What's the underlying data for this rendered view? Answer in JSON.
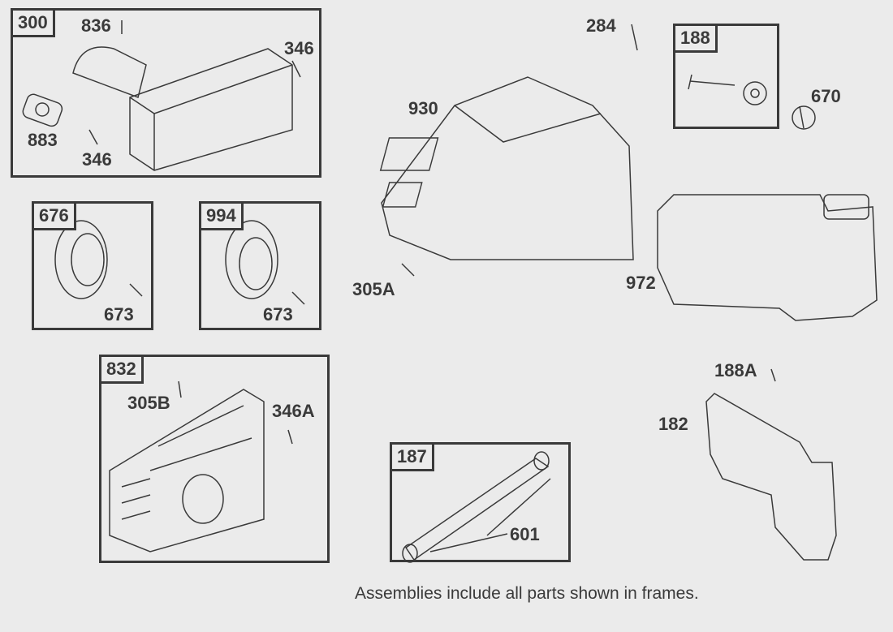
{
  "frames": [
    {
      "id": "300"
    },
    {
      "id": "676"
    },
    {
      "id": "994"
    },
    {
      "id": "832"
    },
    {
      "id": "187"
    },
    {
      "id": "188"
    }
  ],
  "parts": {
    "p836": "836",
    "p346a": "346",
    "p883": "883",
    "p346b": "346",
    "p284": "284",
    "p670": "670",
    "p930": "930",
    "p972": "972",
    "p305A": "305A",
    "p673a": "673",
    "p673b": "673",
    "p305B": "305B",
    "p346A": "346A",
    "p188A": "188A",
    "p182": "182",
    "p601": "601"
  },
  "footer_note": "Assemblies include all parts shown in frames.",
  "colors": {
    "background": "#ebebeb",
    "line": "#3a3a3a"
  }
}
